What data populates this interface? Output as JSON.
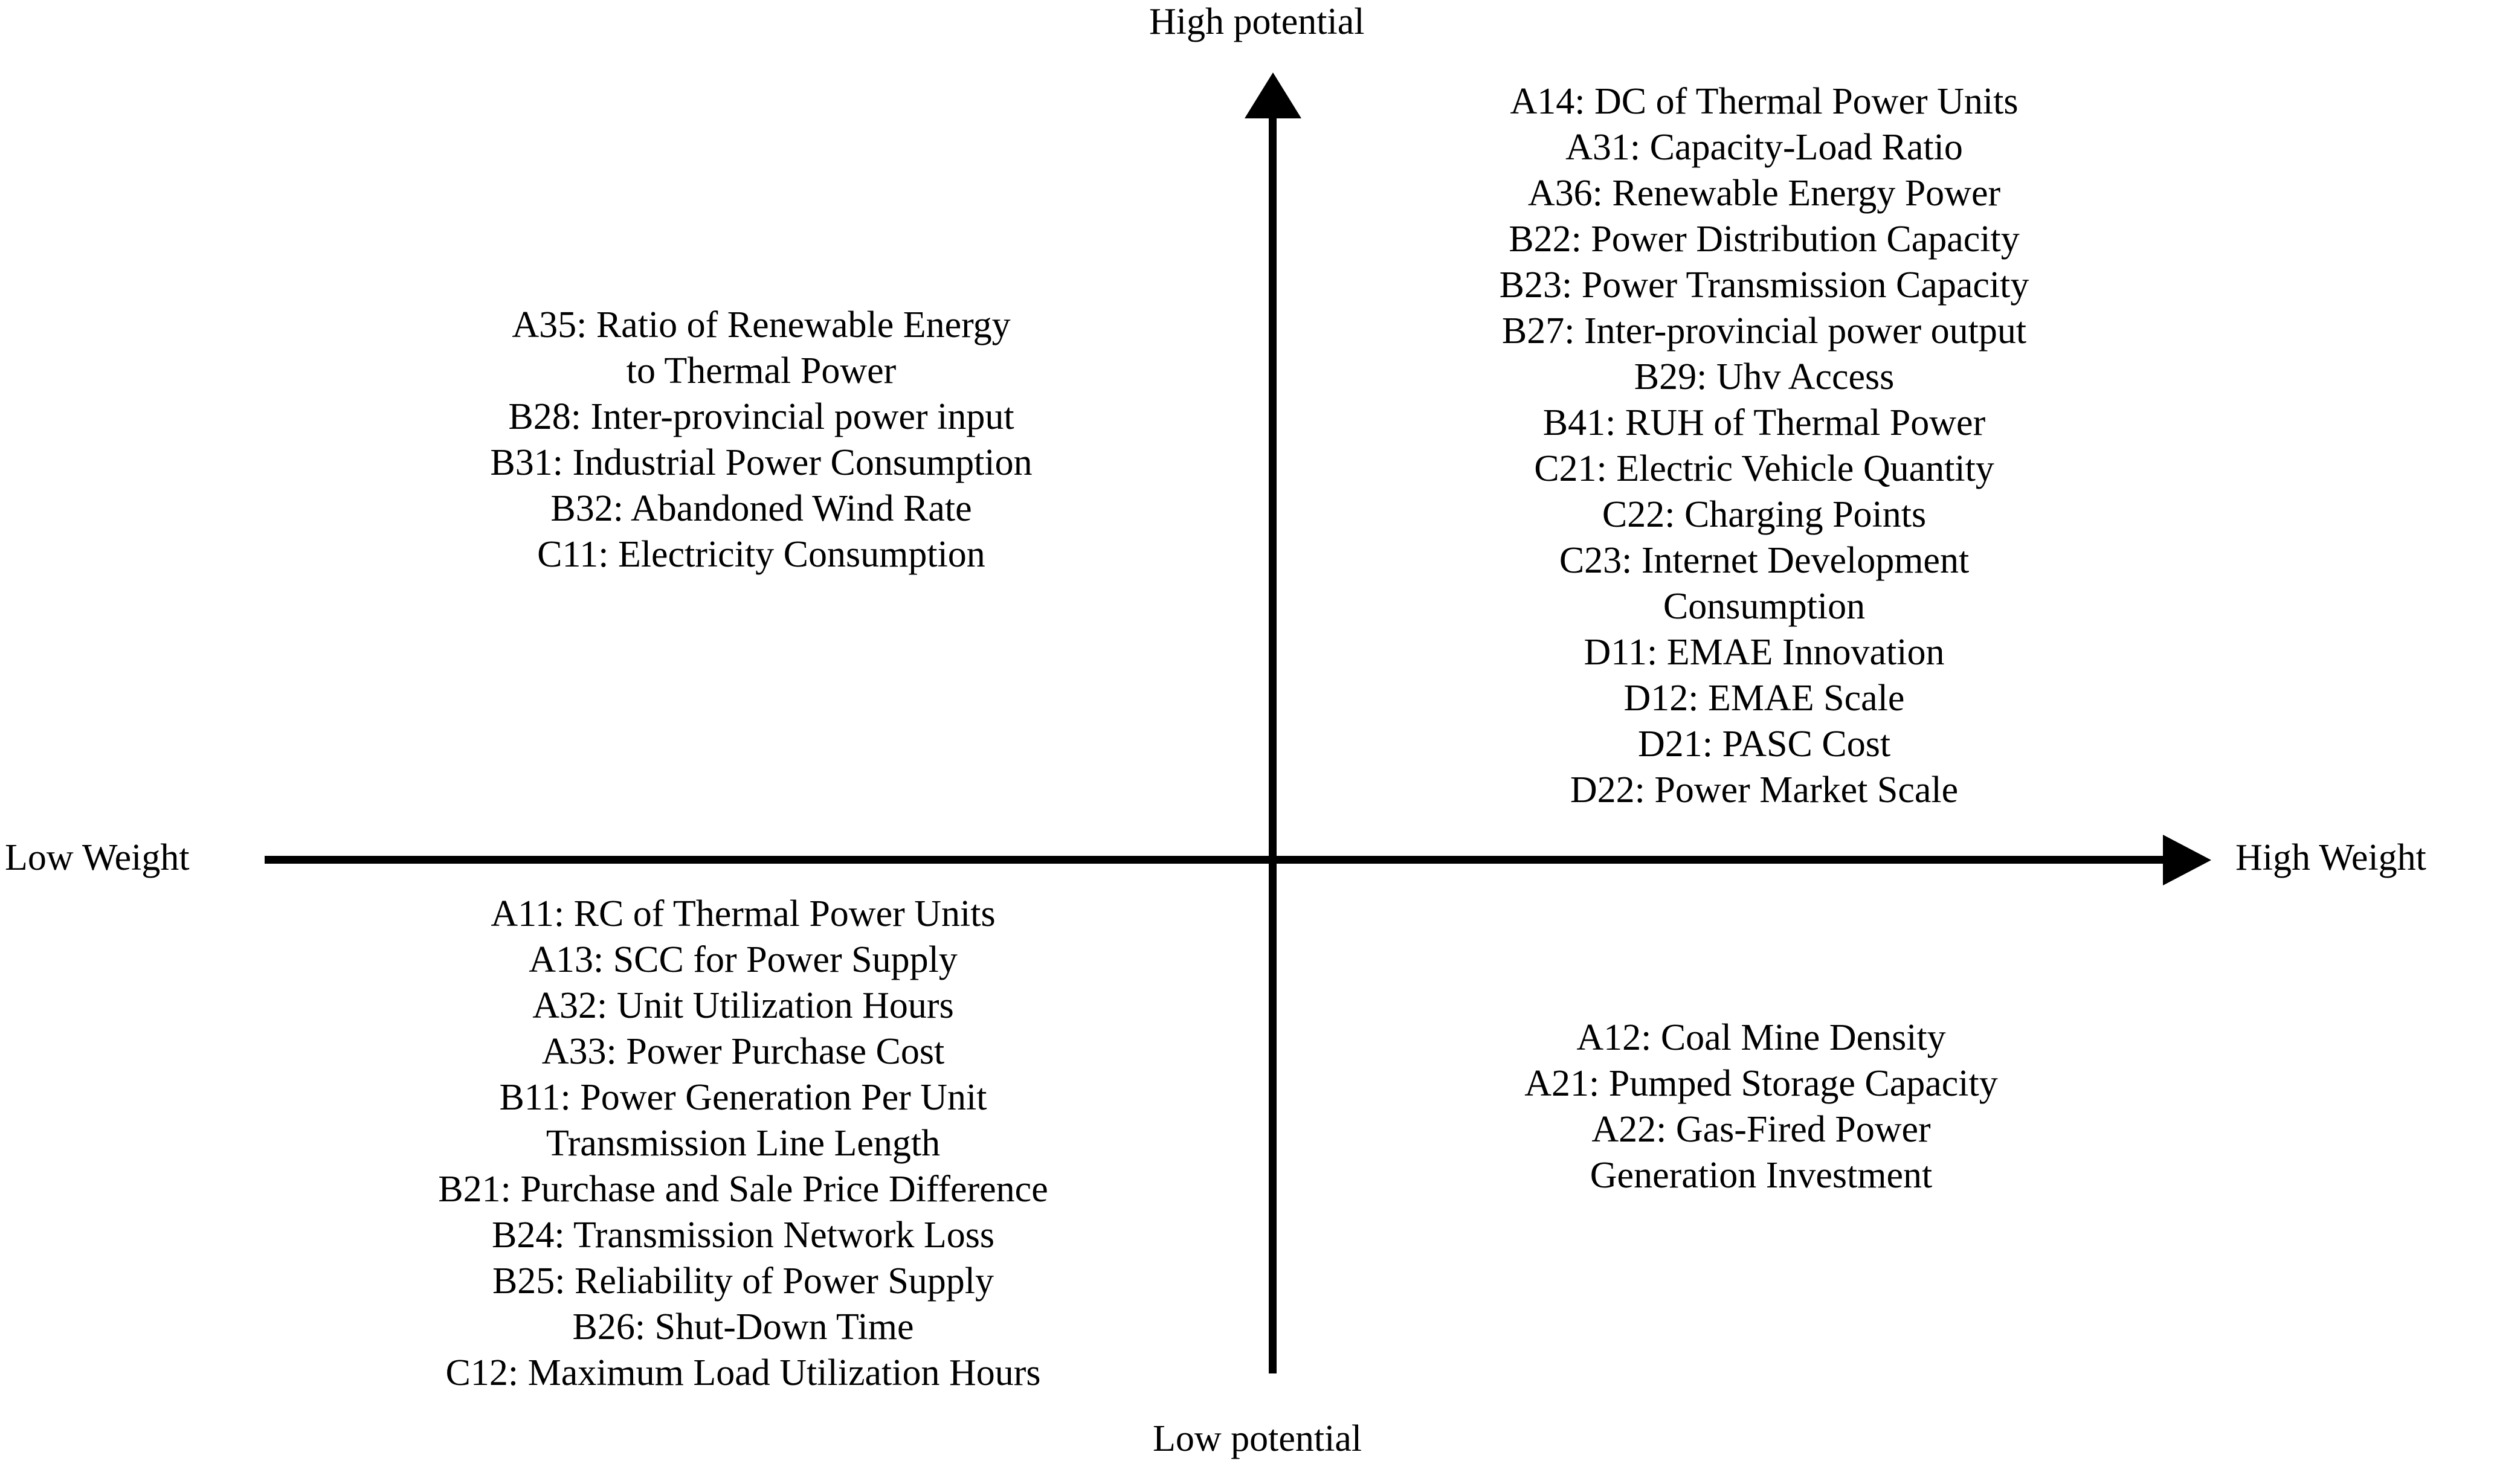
{
  "chart_data": {
    "type": "scatter",
    "title": "",
    "xlabel": "Weight",
    "ylabel": "Potential",
    "axis_labels": {
      "x_low": "Low Weight",
      "x_high": "High Weight",
      "y_high": "High potential",
      "y_low": "Low potential"
    },
    "grid": false,
    "legend": "none",
    "quadrants": [
      {
        "id": "top-left",
        "position": "upper-left",
        "x_level": "low weight",
        "y_level": "high potential",
        "items": [
          "A35: Ratio of Renewable Energy",
          "to Thermal Power",
          "B28: Inter-provincial power input",
          "B31: Industrial Power Consumption",
          "B32: Abandoned Wind Rate",
          "C11: Electricity Consumption"
        ]
      },
      {
        "id": "top-right",
        "position": "upper-right",
        "x_level": "high weight",
        "y_level": "high potential",
        "items": [
          "A14: DC of Thermal Power Units",
          "A31: Capacity-Load Ratio",
          "A36: Renewable Energy Power",
          "B22: Power Distribution Capacity",
          "B23: Power Transmission Capacity",
          "B27: Inter-provincial power output",
          "B29: Uhv Access",
          "B41: RUH of Thermal Power",
          "C21: Electric Vehicle Quantity",
          "C22: Charging Points",
          "C23: Internet Development",
          "Consumption",
          "D11: EMAE Innovation",
          "D12: EMAE Scale",
          "D21: PASC Cost",
          "D22: Power Market Scale"
        ]
      },
      {
        "id": "bottom-left",
        "position": "lower-left",
        "x_level": "low weight",
        "y_level": "low potential",
        "items": [
          "A11: RC of Thermal Power Units",
          "A13: SCC for Power Supply",
          "A32: Unit Utilization Hours",
          "A33: Power Purchase Cost",
          "B11: Power Generation Per Unit",
          "Transmission Line Length",
          "B21: Purchase and Sale Price Difference",
          "B24: Transmission Network Loss",
          "B25: Reliability of Power Supply",
          "B26: Shut-Down Time",
          "C12: Maximum Load Utilization Hours"
        ]
      },
      {
        "id": "bottom-right",
        "position": "lower-right",
        "x_level": "high weight",
        "y_level": "low potential",
        "items": [
          "A12: Coal Mine Density",
          "A21: Pumped Storage Capacity",
          "A22: Gas-Fired Power",
          "Generation Investment"
        ]
      }
    ]
  },
  "colors": {
    "axis": "#000000",
    "text": "#000000",
    "background": "#ffffff"
  }
}
